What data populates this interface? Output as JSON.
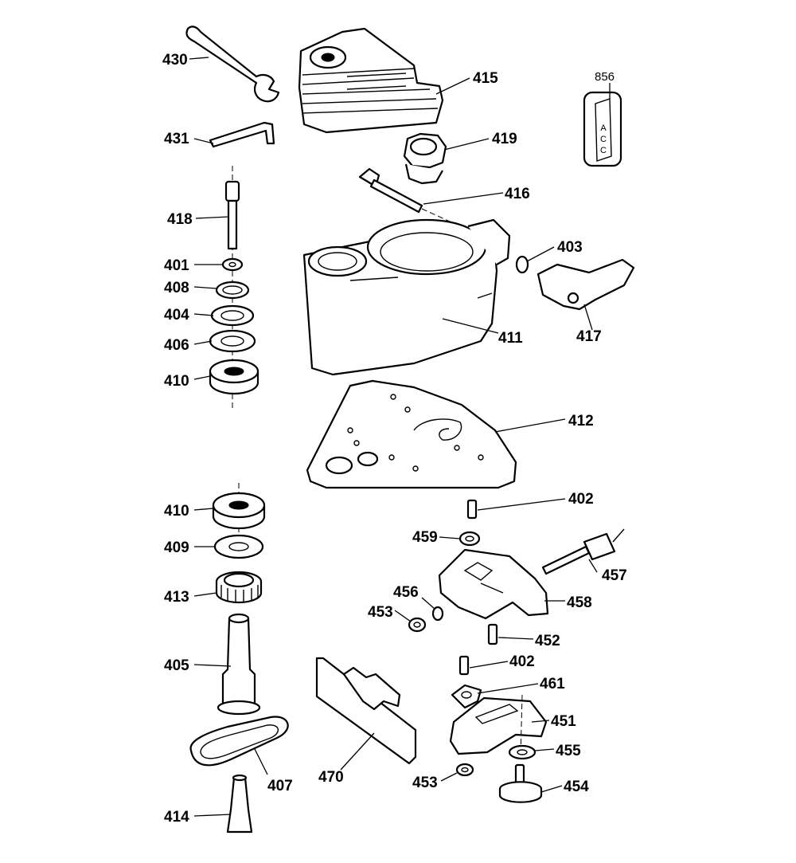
{
  "labels": {
    "p430": "430",
    "p415": "415",
    "p856": "856",
    "p431": "431",
    "p419": "419",
    "p416": "416",
    "p418": "418",
    "p403": "403",
    "p401": "401",
    "p408": "408",
    "p404": "404",
    "p406": "406",
    "p411": "411",
    "p417": "417",
    "p410a": "410",
    "p412": "412",
    "p410b": "410",
    "p402a": "402",
    "p459": "459",
    "p409": "409",
    "p457": "457",
    "p413": "413",
    "p456": "456",
    "p453a": "453",
    "p458": "458",
    "p452": "452",
    "p405": "405",
    "p402b": "402",
    "p461": "461",
    "p451": "451",
    "p455": "455",
    "p470": "470",
    "p407": "407",
    "p453b": "453",
    "p454": "454",
    "p414": "414"
  },
  "acc_tag": {
    "letters": [
      "A",
      "C",
      "C"
    ]
  }
}
